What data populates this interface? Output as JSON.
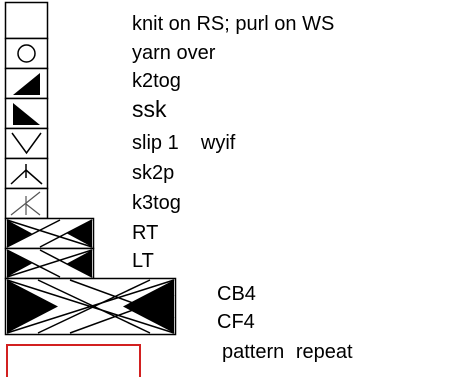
{
  "legend": {
    "knit": "knit on RS; purl on WS",
    "yo": "yarn over",
    "k2tog": "k2tog",
    "ssk": "ssk",
    "slip": "slip 1    wyif",
    "sk2p": "sk2p",
    "k3tog": "k3tog",
    "rt": "RT",
    "lt": "LT",
    "cb4": "CB4",
    "cf4": "CF4",
    "repeat": "pattern repeat"
  },
  "colors": {
    "ink": "#000000",
    "repeat_box": "#d22020"
  },
  "icons": [
    "knit-symbol-icon",
    "yarn-over-icon",
    "k2tog-icon",
    "ssk-icon",
    "slip-wyif-icon",
    "sk2p-icon",
    "k3tog-icon",
    "rt-cable-icon",
    "lt-cable-icon",
    "cb4-cf4-cable-icon",
    "pattern-repeat-box-icon"
  ]
}
